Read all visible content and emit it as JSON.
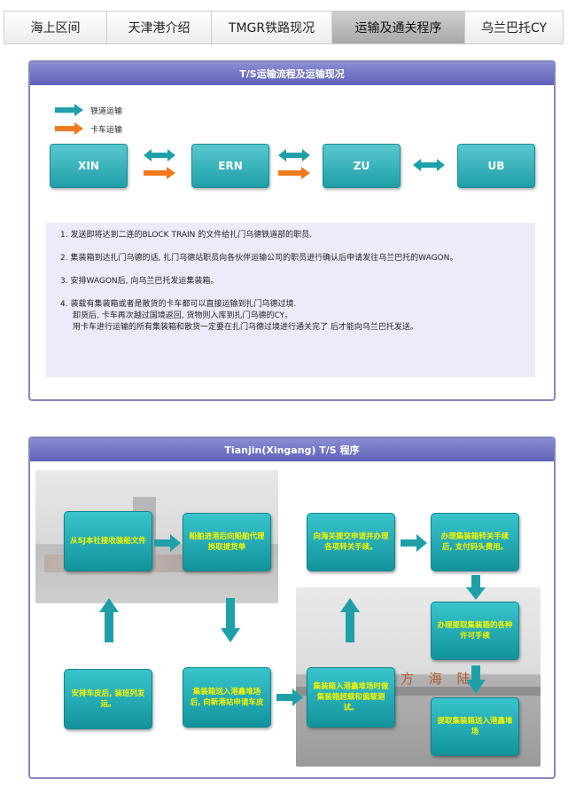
{
  "tabs": [
    {
      "label": "海上区间",
      "active": false
    },
    {
      "label": "天津港介绍",
      "active": false
    },
    {
      "label": "TMGR铁路现况",
      "active": false
    },
    {
      "label": "运输及通关程序",
      "active": true
    },
    {
      "label": "乌兰巴托CY",
      "active": false
    }
  ],
  "panel1": {
    "title": "T/S运输流程及运输现况",
    "legend": {
      "rail": "铁道运输",
      "truck": "卡车运输"
    },
    "stations": [
      "XIN",
      "ERN",
      "ZU",
      "UB"
    ],
    "notes": {
      "n1": "1. 发送即将达到二连的BLOCK TRAIN 的文件给扎门乌德铁道部的职员.",
      "n2": "2. 集装箱到达扎门乌德的话, 扎门乌德站职员向各伙伴运输公司的职员进行确认后申请发往乌兰巴托的WAGON。",
      "n3": "3. 安排WAGON后, 向乌兰巴托发运集装箱。",
      "n4a": "4. 装载有集装箱或者是散货的卡车都可以直接运输到扎门乌德过境.",
      "n4b": "卸货后, 卡车再次越过国境返回, 货物则入库到扎门乌德的CY。",
      "n4c": "用卡车进行运输的所有集装箱和散货一定要在扎门乌德过境进行通关完了 后才能向乌兰巴托发送。"
    }
  },
  "panel2": {
    "title": "Tianjin(Xingang) T/S 程序",
    "steps": {
      "s1": "从SJ本社接收装船文件",
      "s2": "船舶进港后向船舶代理换取提货单",
      "s3": "集装箱送入港鑫堆场后, 向新港站申请车皮",
      "s4": "集装箱入港鑫堆场时做集装箱超载和偏载测试。",
      "s5": "向海关提交申请并办理各项转关手续。",
      "s6": "办理集装箱转关手续后, 支付码头费用。",
      "s7": "办理提取集装箱的各种许可手续",
      "s8": "提取集装箱送入港鑫堆场",
      "s9": "安排车皮后, 装班列发运。"
    },
    "photo_sign": "方  海  陆"
  },
  "colors": {
    "teal": "#1fa0a9",
    "orange": "#f07a1e",
    "header": "#6467bd",
    "text_yellow": "#f7f500"
  }
}
